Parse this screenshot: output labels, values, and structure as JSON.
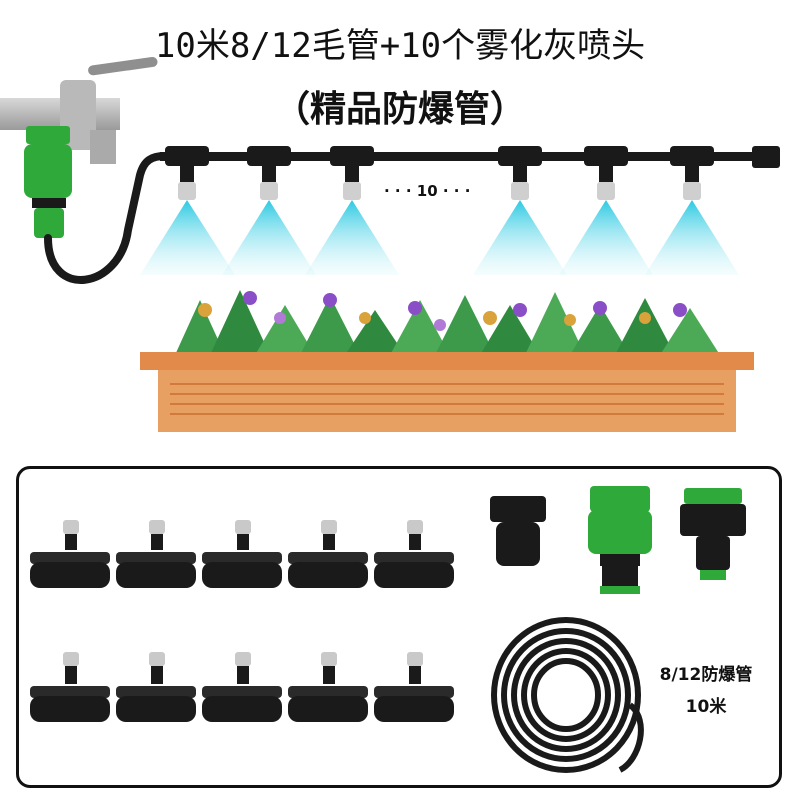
{
  "title_line1": "10米8/12毛管+10个雾化灰喷头",
  "title_line2": "（精品防爆管）",
  "count_dots": "· · · 10 · · ·",
  "hose_label_line1": "8/12防爆管",
  "hose_label_line2": "10米",
  "colors": {
    "pipe": "#1a1a1a",
    "connector_green": "#2faa3a",
    "mist": "#4fd6e8",
    "planter": "#e2955a",
    "leaf": "#3c9a4a"
  },
  "nozzle_count": 10
}
